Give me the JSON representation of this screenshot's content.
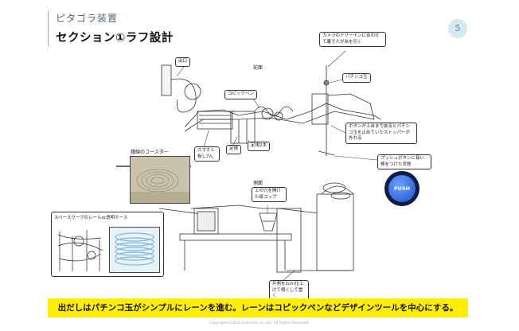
{
  "header": {
    "category": "ピタゴラ装置",
    "title": "セクション①ラフ設計",
    "page_number": "5"
  },
  "views": {
    "front_label": "前面",
    "side_label": "側面"
  },
  "callouts": {
    "exit": "出口",
    "camera": "カメラのドリーインに合わせて裏で人が糸を引く",
    "pachinko": "パチンコ玉",
    "copic": "コピックペン",
    "button_stopper": "ボタンが上台まで戻るとパチンコ玉を止めていたストッパーが外れる",
    "coaster": "鐵線のコースター",
    "smartphone": "スマホと板し7ん",
    "ruler": "定規",
    "pen_holder": "定規2本",
    "push_button": "プッシュボタンに長い棒をつけた状態",
    "paper_cup": "上の穴を開けた紙コップ",
    "spacewarp": "スペースワープのレールor透明ホース",
    "slope": "片側を2cm位上げて傾くして置く"
  },
  "push_button_text": "PUSH",
  "banner": {
    "text": "出だしはパチンコ玉がシンプルにレーンを進む。レーンはコピックペンなどデザインツールを中心にする。"
  },
  "footer": {
    "copyright": "Copyright©2018 Unlimited co.,Ltd. All Rights Reserved."
  },
  "colors": {
    "banner": "#ffee00",
    "accent": "#4a6a7c",
    "page_badge": "#d6e9f2",
    "push_button": "#2a5fe0"
  }
}
